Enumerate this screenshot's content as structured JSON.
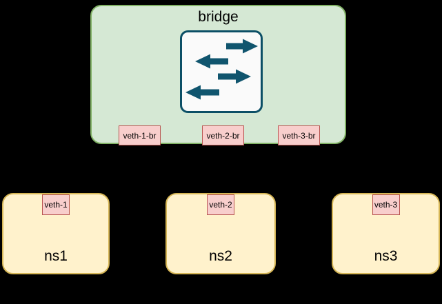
{
  "bridge": {
    "label": "bridge",
    "ports": [
      {
        "label": "veth-1-br"
      },
      {
        "label": "veth-2-br"
      },
      {
        "label": "veth-3-br"
      }
    ]
  },
  "namespaces": [
    {
      "name": "ns1",
      "port": "veth-1"
    },
    {
      "name": "ns2",
      "port": "veth-2"
    },
    {
      "name": "ns3",
      "port": "veth-3"
    }
  ],
  "icons": {
    "switch": "network-switch-icon"
  },
  "colors": {
    "background": "#000000",
    "bridge-fill": "#d5e8d4",
    "bridge-stroke": "#82b366",
    "ns-fill": "#fff2cc",
    "ns-stroke": "#d6b656",
    "port-fill": "#f8cecc",
    "port-stroke": "#b85450",
    "switch-fill": "#fafafa",
    "switch-stroke": "#0c4f66",
    "switch-arrow": "#10556e",
    "text": "#000000"
  }
}
